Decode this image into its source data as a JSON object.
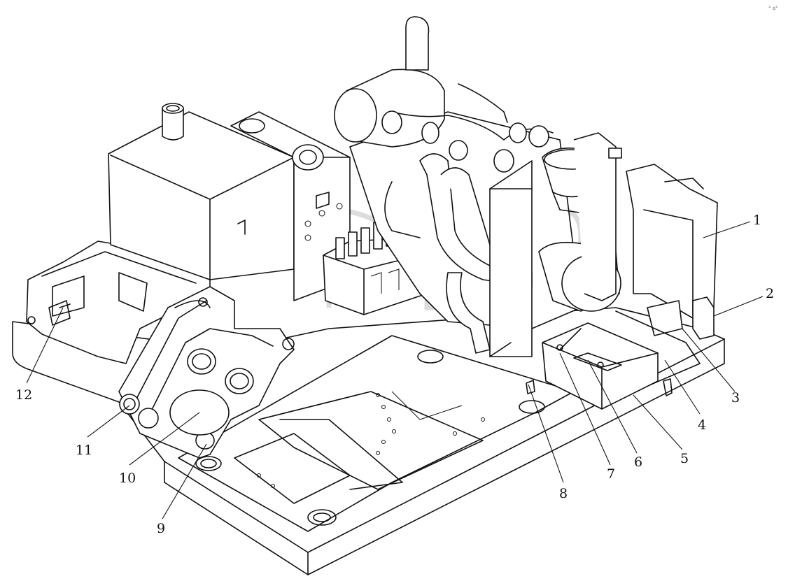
{
  "corner_mark": "° a°",
  "watermark": {
    "text": "псб",
    "mark": "™"
  },
  "callouts": [
    {
      "id": "1",
      "label": "1"
    },
    {
      "id": "2",
      "label": "2"
    },
    {
      "id": "3",
      "label": "3"
    },
    {
      "id": "4",
      "label": "4"
    },
    {
      "id": "5",
      "label": "5"
    },
    {
      "id": "6",
      "label": "6"
    },
    {
      "id": "7",
      "label": "7"
    },
    {
      "id": "8",
      "label": "8"
    },
    {
      "id": "9",
      "label": "9"
    },
    {
      "id": "10",
      "label": "10"
    },
    {
      "id": "11",
      "label": "11"
    },
    {
      "id": "12",
      "label": "12"
    }
  ]
}
